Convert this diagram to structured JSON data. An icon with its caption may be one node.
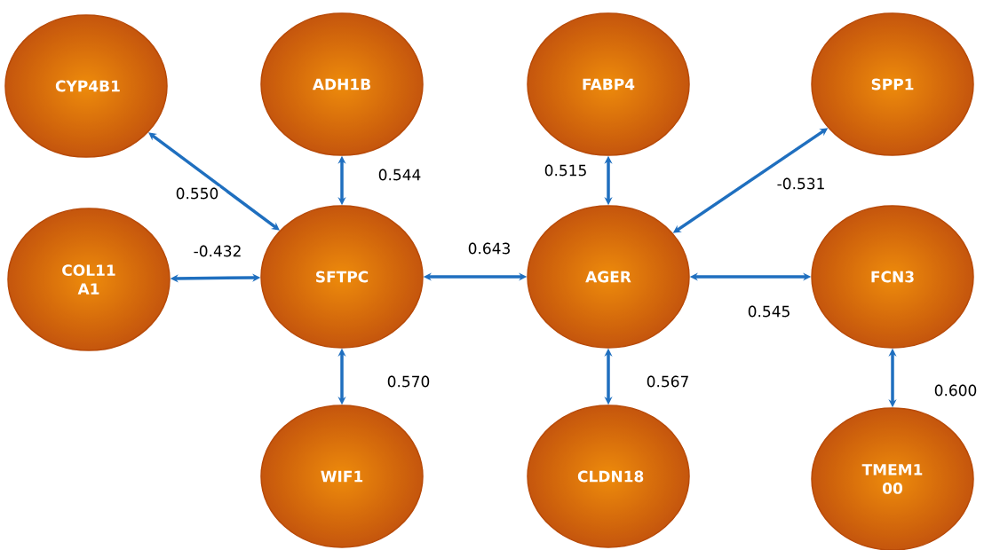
{
  "diagram": {
    "nodes": [
      {
        "text": [
          "CYP4B1"
        ]
      },
      {
        "text": [
          "ADH1B"
        ]
      },
      {
        "text": [
          "FABP4"
        ]
      },
      {
        "text": [
          "SPP1"
        ]
      },
      {
        "text": [
          "COL11 A1"
        ]
      },
      {
        "text": [
          "SFTPC"
        ]
      },
      {
        "text": [
          "AGER"
        ]
      },
      {
        "text": [
          "FCN3"
        ]
      },
      {
        "text": [
          "WIF1"
        ]
      },
      {
        "text": [
          "CLDN18"
        ]
      },
      {
        "text": [
          "TMEM1 00"
        ]
      }
    ],
    "edges": [
      {
        "from": 0,
        "to": 5,
        "arrow": "both",
        "label": "0.550"
      },
      {
        "from": 1,
        "to": 5,
        "arrow": "both",
        "label": "0.544"
      },
      {
        "from": 2,
        "to": 6,
        "arrow": "both",
        "label": "0.515"
      },
      {
        "from": 3,
        "to": 6,
        "arrow": "both",
        "label": "-0.531"
      },
      {
        "from": 4,
        "to": 5,
        "arrow": "both",
        "label": "-0.432"
      },
      {
        "from": 5,
        "to": 6,
        "arrow": "both",
        "label": "0.643"
      },
      {
        "from": 6,
        "to": 7,
        "arrow": "both",
        "label": "0.545"
      },
      {
        "from": 5,
        "to": 8,
        "arrow": "both",
        "label": "0.570"
      },
      {
        "from": 6,
        "to": 9,
        "arrow": "both",
        "label": "0.567"
      },
      {
        "from": 7,
        "to": 10,
        "arrow": "both",
        "label": "0.600"
      }
    ]
  }
}
